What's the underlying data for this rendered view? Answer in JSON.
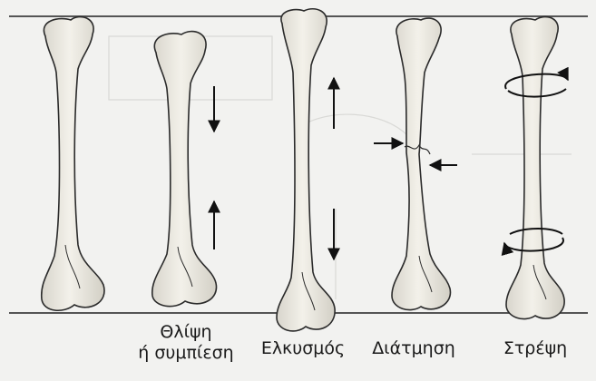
{
  "diagram": {
    "labels": {
      "compression_line1": "Θλίψη",
      "compression_line2": "ή συμπίεση",
      "tension": "Ελκυσμός",
      "shear": "Διάτμηση",
      "torsion": "Στρέψη"
    },
    "bones": [
      {
        "id": "unloaded",
        "load": "none"
      },
      {
        "id": "compression",
        "load": "compression"
      },
      {
        "id": "tension",
        "load": "tension"
      },
      {
        "id": "shear",
        "load": "shear"
      },
      {
        "id": "torsion",
        "load": "torsion"
      }
    ],
    "colors": {
      "background": "#f2f2f0",
      "bone_fill": "#e9e7df",
      "outline": "#2b2b2b",
      "arrow": "#111111",
      "plate_line": "#555555"
    }
  }
}
